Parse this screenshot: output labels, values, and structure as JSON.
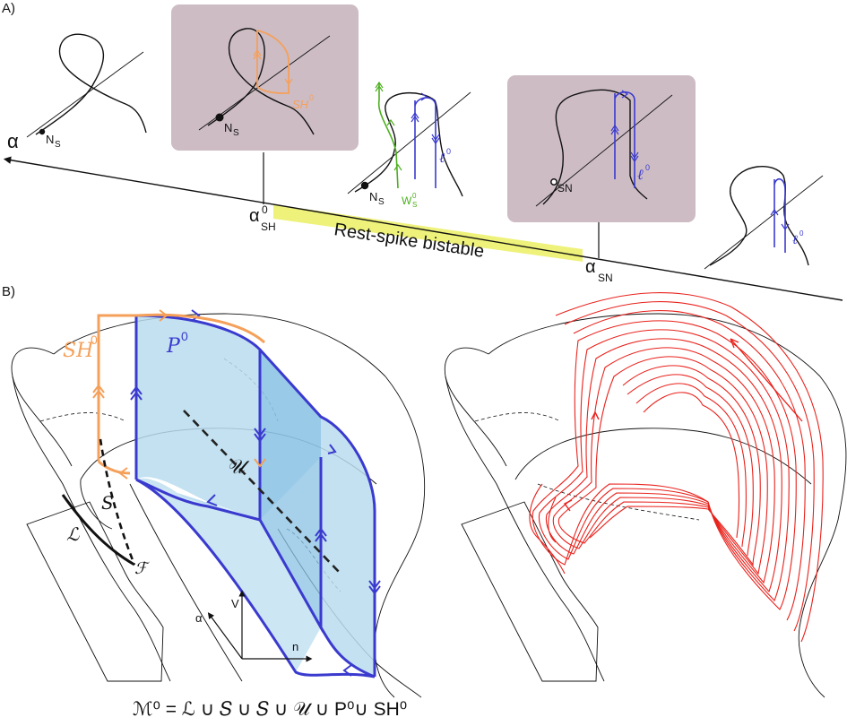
{
  "panel_a": {
    "label": "A)",
    "axis_label": "α",
    "ns_label": "N",
    "ns_sub": "S",
    "sh_label": "SH",
    "sh_sup": "0",
    "ell_label": "ℓ",
    "ell_sup": "0",
    "ws_label": "W",
    "ws_sup": "0",
    "ws_sub": "S",
    "sn_label": "SN",
    "alpha_sh_sup": "0",
    "alpha_sh_sub": "SH",
    "alpha_sn_sub": "SN",
    "bistable_label": "Rest-spike bistable"
  },
  "panel_b": {
    "label": "B)",
    "sh_label": "SH",
    "sh_sup": "0",
    "p_label": "P",
    "p_sup": "0",
    "u_label": "𝒰",
    "s_label": "𝑆",
    "l_label": "ℒ",
    "f_label": "ℱ",
    "axis_v": "V",
    "axis_n": "n",
    "axis_alpha": "α",
    "formula": "ℳ⁰ = ℒ ∪ 𝑆 ∪ 𝑆 ∪ 𝒰 ∪ P⁰∪ SH⁰"
  },
  "colors": {
    "orange": "#f5a05a",
    "blue": "#3a3acf",
    "green": "#4caf1e",
    "red": "#e8221c",
    "box": "#cdbcc4",
    "highlight": "#eef27a",
    "surface": "#b8dcef"
  }
}
